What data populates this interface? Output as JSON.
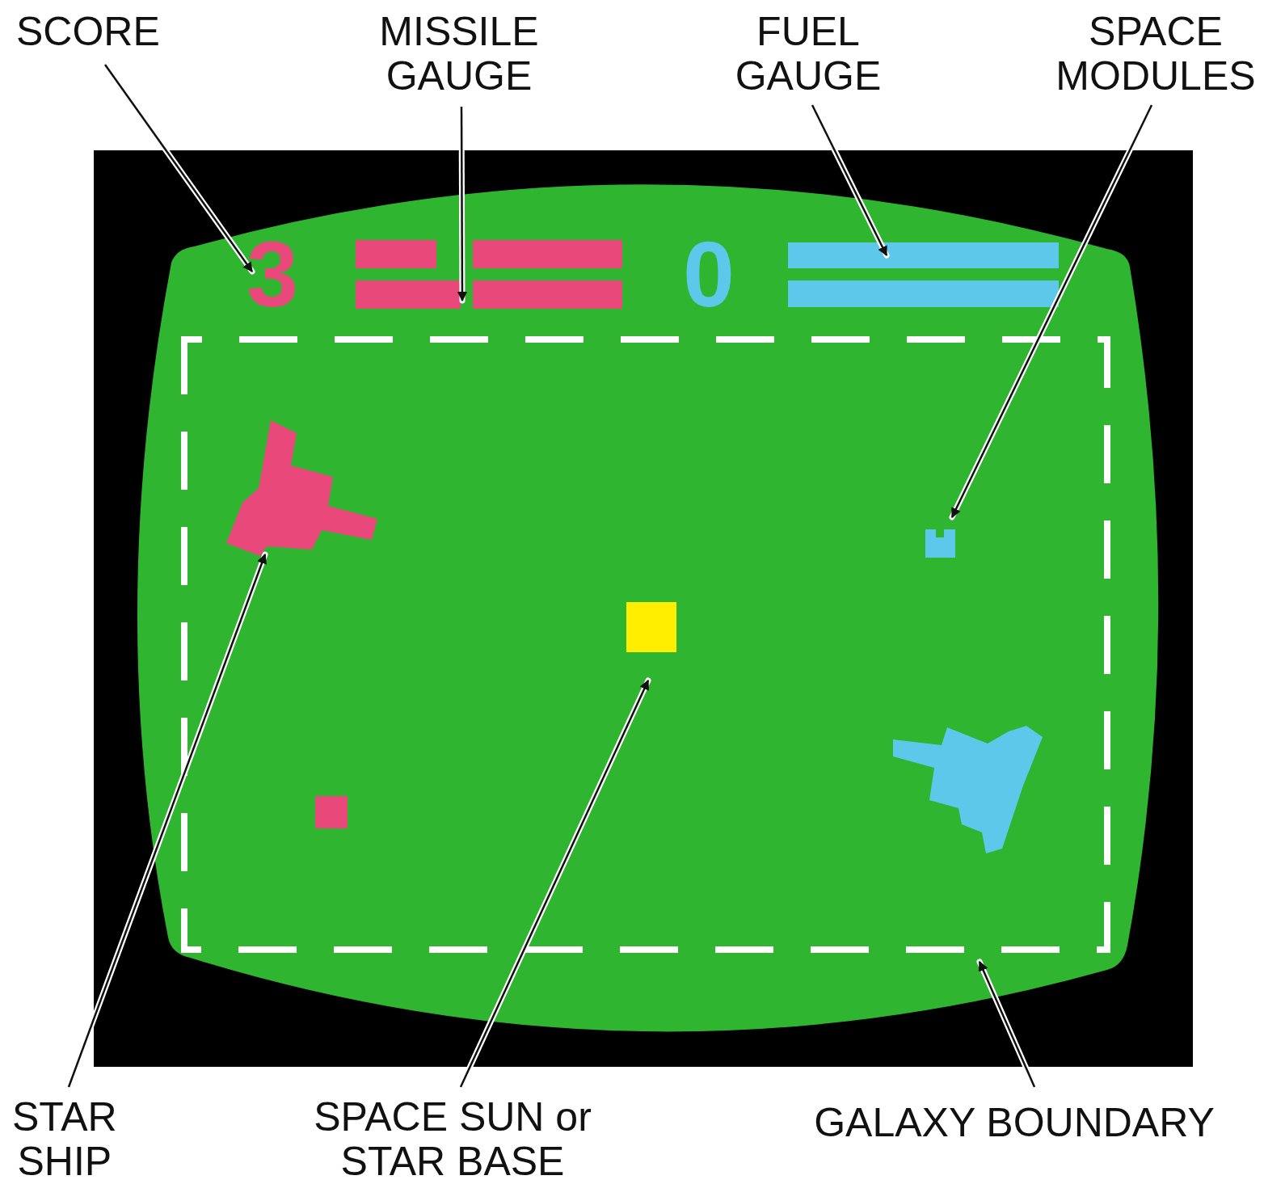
{
  "diagram": {
    "labels": [
      "SCORE",
      "MISSILE GAUGE",
      "FUEL GAUGE",
      "SPACE MODULES",
      "3",
      "0",
      "STAR SHIP",
      "SPACE SUN or STAR BASE",
      "GALAXY BOUNDARY"
    ]
  }
}
